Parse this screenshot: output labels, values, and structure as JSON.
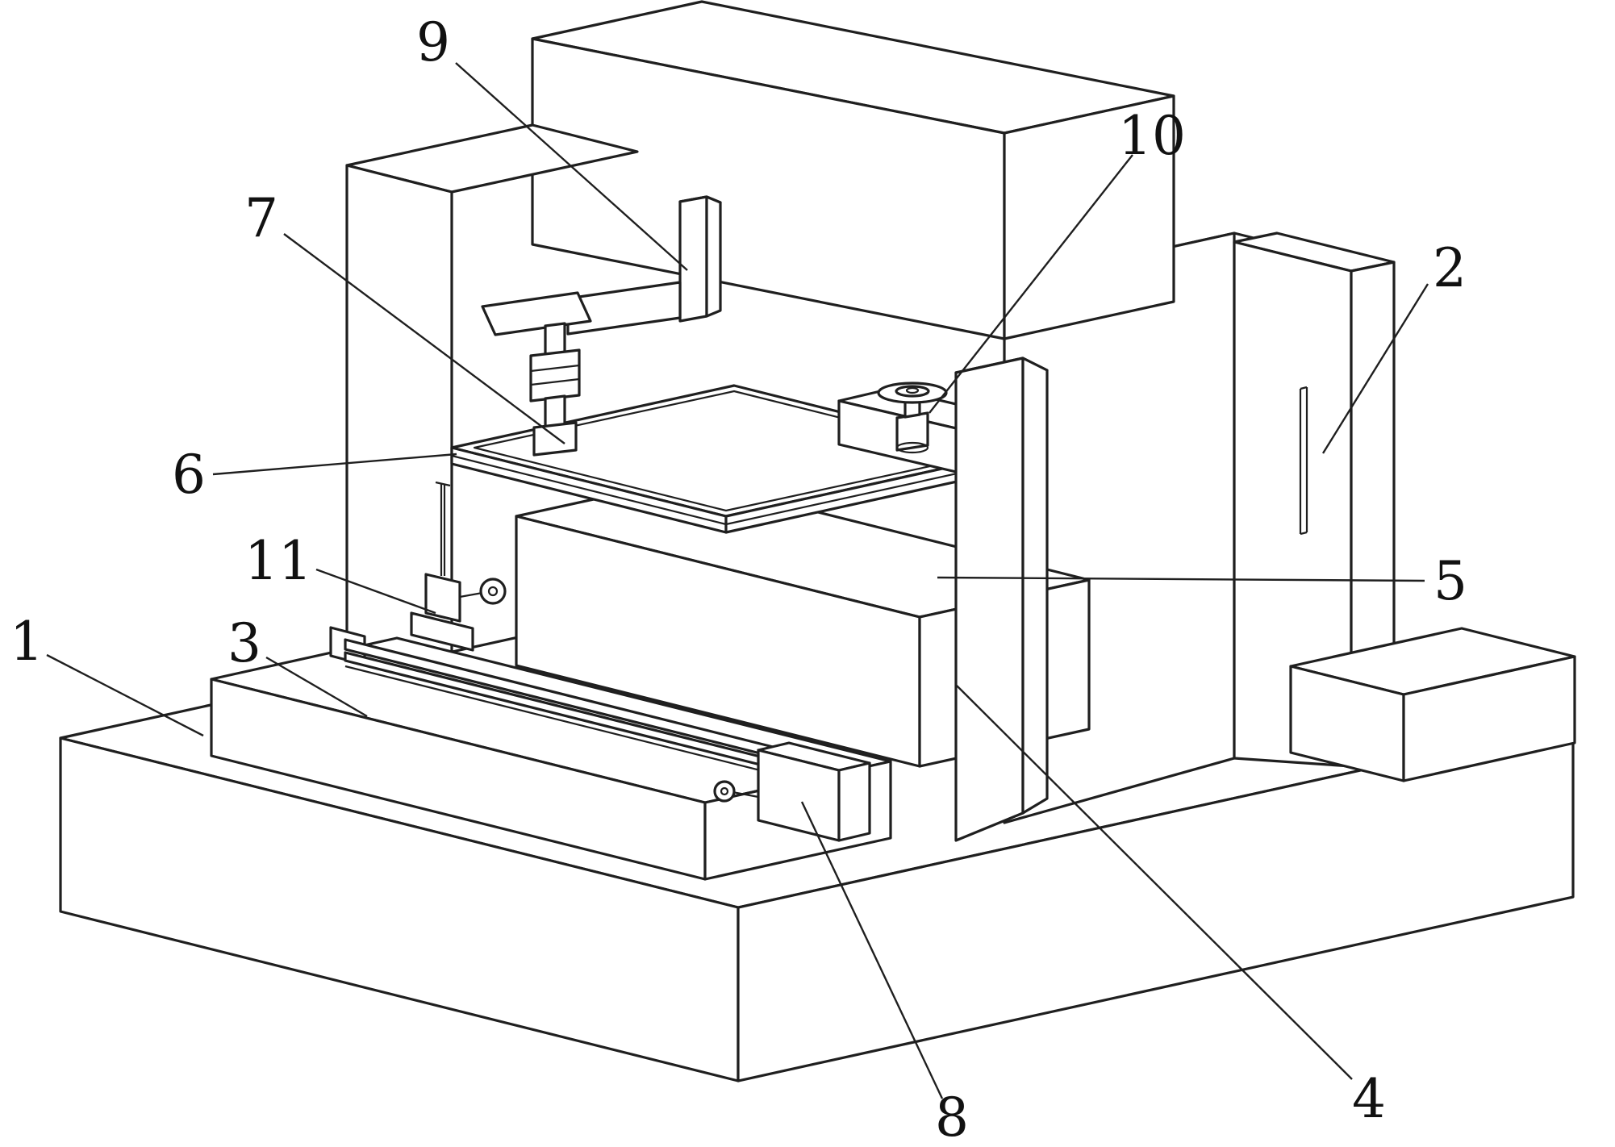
{
  "figure": {
    "background_color": "#ffffff",
    "line_color": "#1f1f1f",
    "label_color": "#111111",
    "callouts": [
      {
        "text": "1"
      },
      {
        "text": "2"
      },
      {
        "text": "3"
      },
      {
        "text": "4"
      },
      {
        "text": "5"
      },
      {
        "text": "6"
      },
      {
        "text": "7"
      },
      {
        "text": "8"
      },
      {
        "text": "9"
      },
      {
        "text": "10"
      },
      {
        "text": "11"
      }
    ]
  }
}
